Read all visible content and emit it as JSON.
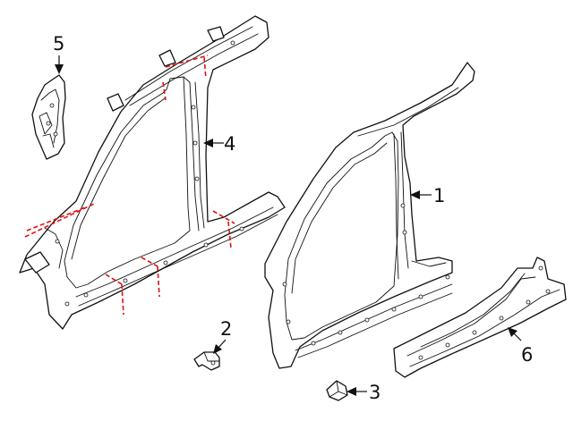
{
  "colors": {
    "line": "#111111",
    "cut_line": "#e01010",
    "background": "#ffffff"
  },
  "callouts": [
    {
      "id": "1",
      "label": "1"
    },
    {
      "id": "2",
      "label": "2"
    },
    {
      "id": "3",
      "label": "3"
    },
    {
      "id": "4",
      "label": "4"
    },
    {
      "id": "5",
      "label": "5"
    },
    {
      "id": "6",
      "label": "6"
    }
  ]
}
